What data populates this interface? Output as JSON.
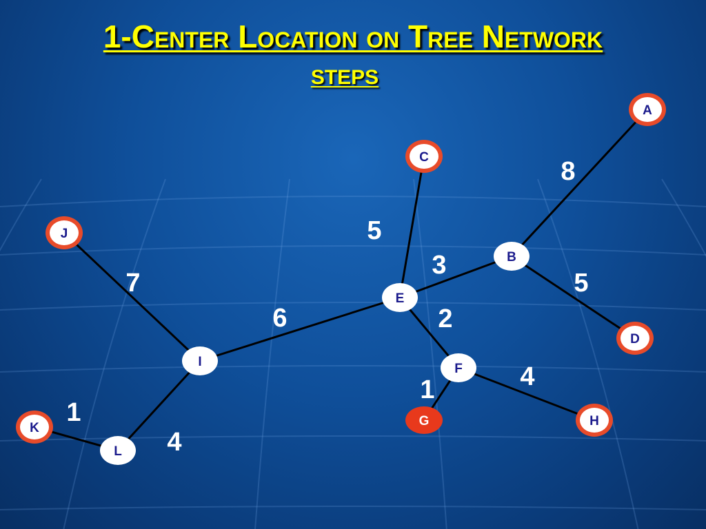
{
  "title": "1-Center Location on Tree Network",
  "subtitle": "STEPS",
  "colors": {
    "title": "#ffff00",
    "edge": "#000000",
    "highlight_node_fill": "#ffffff",
    "highlight_node_ring": "#e84b2a",
    "plain_node_fill": "#ffffff",
    "g_node_fill": "#e8391c",
    "g_node_text": "#ffffff",
    "node_text": "#1a1a8c",
    "weight_text": "#ffffff"
  },
  "nodes": [
    {
      "id": "A",
      "label": "A",
      "style": "ringed"
    },
    {
      "id": "B",
      "label": "B",
      "style": "plain"
    },
    {
      "id": "C",
      "label": "C",
      "style": "ringed"
    },
    {
      "id": "D",
      "label": "D",
      "style": "ringed"
    },
    {
      "id": "E",
      "label": "E",
      "style": "plain"
    },
    {
      "id": "F",
      "label": "F",
      "style": "plain"
    },
    {
      "id": "G",
      "label": "G",
      "style": "filled"
    },
    {
      "id": "H",
      "label": "H",
      "style": "ringed"
    },
    {
      "id": "I",
      "label": "I",
      "style": "plain"
    },
    {
      "id": "J",
      "label": "J",
      "style": "ringed"
    },
    {
      "id": "K",
      "label": "K",
      "style": "ringed"
    },
    {
      "id": "L",
      "label": "L",
      "style": "plain"
    }
  ],
  "edges": [
    {
      "from": "B",
      "to": "A",
      "weight": "8"
    },
    {
      "from": "E",
      "to": "C",
      "weight": "5"
    },
    {
      "from": "E",
      "to": "B",
      "weight": "3"
    },
    {
      "from": "B",
      "to": "D",
      "weight": "5"
    },
    {
      "from": "E",
      "to": "F",
      "weight": "2"
    },
    {
      "from": "F",
      "to": "G",
      "weight": "1"
    },
    {
      "from": "F",
      "to": "H",
      "weight": "4"
    },
    {
      "from": "I",
      "to": "E",
      "weight": "6"
    },
    {
      "from": "J",
      "to": "I",
      "weight": "7"
    },
    {
      "from": "I",
      "to": "L",
      "weight": "4"
    },
    {
      "from": "K",
      "to": "L",
      "weight": "1"
    }
  ]
}
